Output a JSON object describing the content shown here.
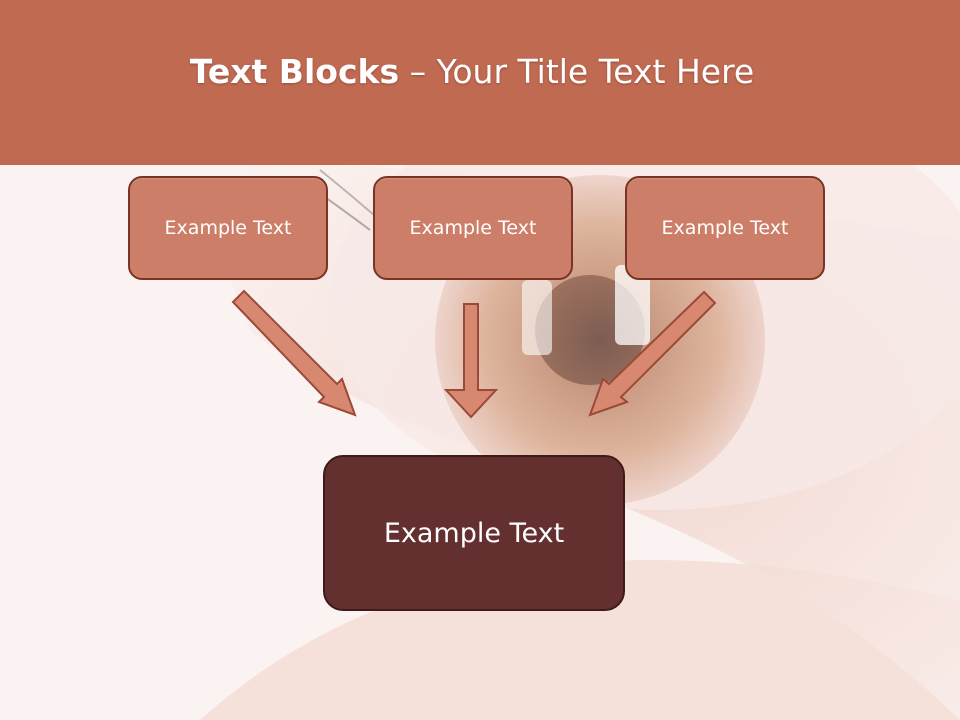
{
  "title": {
    "bold": "Text Blocks",
    "separator": " – ",
    "rest": "Your Title Text Here"
  },
  "source_boxes": [
    {
      "label": "Example Text"
    },
    {
      "label": "Example Text"
    },
    {
      "label": "Example Text"
    }
  ],
  "target_box": {
    "label": "Example Text"
  },
  "colors": {
    "header_band": "#c06a52",
    "source_box_fill": "#cd7e68",
    "source_box_border": "#7a3426",
    "target_box_fill": "#632f2f",
    "arrow_fill": "#d88770",
    "arrow_stroke": "#9a4a38"
  }
}
